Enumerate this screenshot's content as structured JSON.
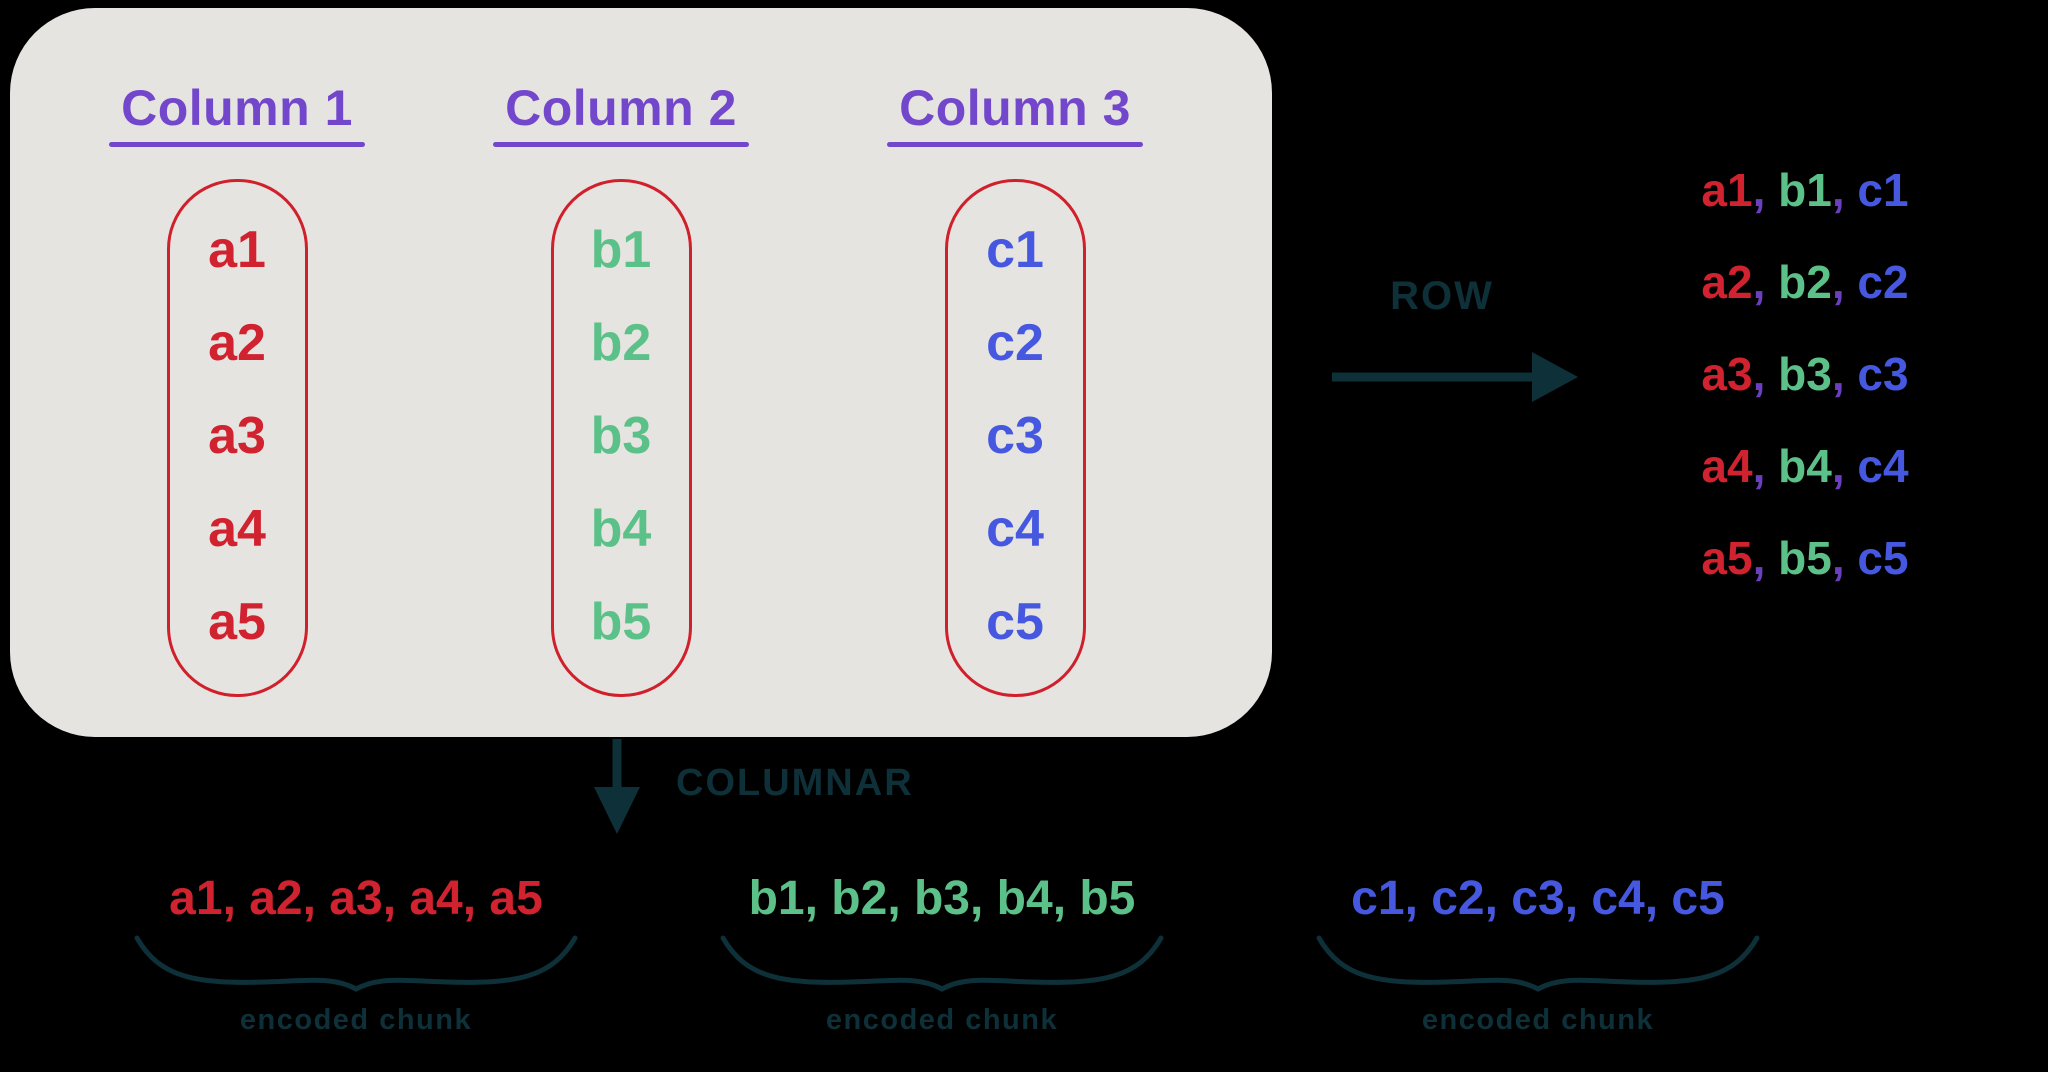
{
  "colors": {
    "background": "#000000",
    "panel_bg": "#e6e4e0",
    "purple": "#7347cb",
    "comma_purple": "#6a3fc0",
    "red": "#d0222f",
    "green": "#5cc189",
    "blue": "#4658e0",
    "dark_teal": "#0e3038",
    "pill_outline": "#d0202c"
  },
  "icons": {
    "row_arrow": "arrow-right",
    "columnar_arrow": "arrow-down",
    "chunk_brace": "underbrace"
  },
  "panel": {
    "columns": [
      {
        "header": "Column 1",
        "value_color": "red",
        "values": [
          "a1",
          "a2",
          "a3",
          "a4",
          "a5"
        ]
      },
      {
        "header": "Column 2",
        "value_color": "green",
        "values": [
          "b1",
          "b2",
          "b3",
          "b4",
          "b5"
        ]
      },
      {
        "header": "Column 3",
        "value_color": "blue",
        "values": [
          "c1",
          "c2",
          "c3",
          "c4",
          "c5"
        ]
      }
    ]
  },
  "row_section": {
    "label": "ROW",
    "separator": ", ",
    "rows": [
      [
        "a1",
        "b1",
        "c1"
      ],
      [
        "a2",
        "b2",
        "c2"
      ],
      [
        "a3",
        "b3",
        "c3"
      ],
      [
        "a4",
        "b4",
        "c4"
      ],
      [
        "a5",
        "b5",
        "c5"
      ]
    ]
  },
  "columnar_section": {
    "label": "COLUMNAR",
    "chunks": [
      {
        "text": "a1, a2, a3, a4, a5",
        "color": "red",
        "caption": "encoded chunk"
      },
      {
        "text": "b1, b2, b3, b4, b5",
        "color": "green",
        "caption": "encoded chunk"
      },
      {
        "text": "c1, c2, c3, c4, c5",
        "color": "blue",
        "caption": "encoded chunk"
      }
    ]
  }
}
